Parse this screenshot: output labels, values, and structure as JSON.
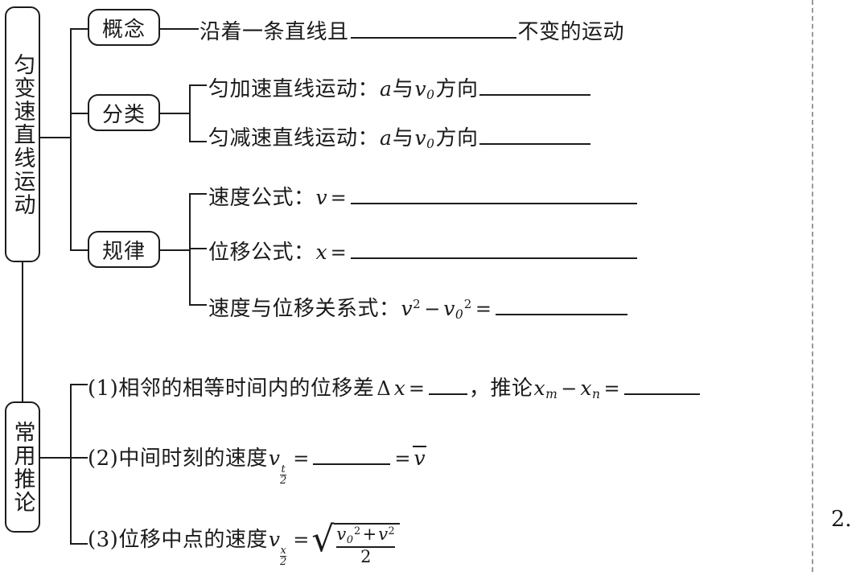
{
  "diagram": {
    "title_box_main": "匀变速直线运动",
    "title_box_secondary": "常用推论",
    "nodes": {
      "concept": "概念",
      "classification": "分类",
      "laws": "规律"
    },
    "concept_row": {
      "prefix": "沿着一条直线且",
      "suffix": "不变的运动"
    },
    "classification_rows": [
      {
        "label": "匀加速直线运动：",
        "var_a": "a",
        "conj": "与",
        "var_v": "v",
        "sub_v": "0",
        "tail": "方向"
      },
      {
        "label": "匀减速直线运动：",
        "var_a": "a",
        "conj": "与",
        "var_v": "v",
        "sub_v": "0",
        "tail": "方向"
      }
    ],
    "law_rows": [
      {
        "label": "速度公式：",
        "lhs": "v",
        "eq": "="
      },
      {
        "label": "位移公式：",
        "lhs": "x",
        "eq": "="
      }
    ],
    "law_relation": {
      "label": "速度与位移关系式：",
      "v": "v",
      "v_sup": "2",
      "minus": "−",
      "v0": "v",
      "v0_sub": "0",
      "v0_sup": "2",
      "eq": "="
    },
    "corollaries": [
      {
        "number": "(1)",
        "text": "相邻的相等时间内的位移差 ",
        "delta": "Δ",
        "x": "x",
        "eq": "=",
        "comma": "，",
        "infer": "推论 ",
        "xm": "x",
        "xm_sub": "m",
        "minus": "−",
        "xn": "x",
        "xn_sub": "n",
        "eq2": "="
      },
      {
        "number": "(2)",
        "text": "中间时刻的速度",
        "v": "v",
        "sub_num": "t",
        "sub_den": "2",
        "eq": "=",
        "eq2": "=",
        "vbar": "v"
      },
      {
        "number": "(3)",
        "text": "位移中点的速度",
        "v": "v",
        "sub_num": "x",
        "sub_den": "2",
        "eq": "=",
        "radical_sign": "√",
        "frac_num_v0": "v",
        "frac_num_v0_sub": "0",
        "frac_num_v0_sup": "2",
        "frac_num_plus": "+",
        "frac_num_v": "v",
        "frac_num_v_sup": "2",
        "frac_den": "2"
      }
    ]
  },
  "page": {
    "item_marker": "2."
  },
  "colors": {
    "ink": "#1c1c1c",
    "gutter": "#9a9a9a",
    "paper": "#ffffff"
  }
}
